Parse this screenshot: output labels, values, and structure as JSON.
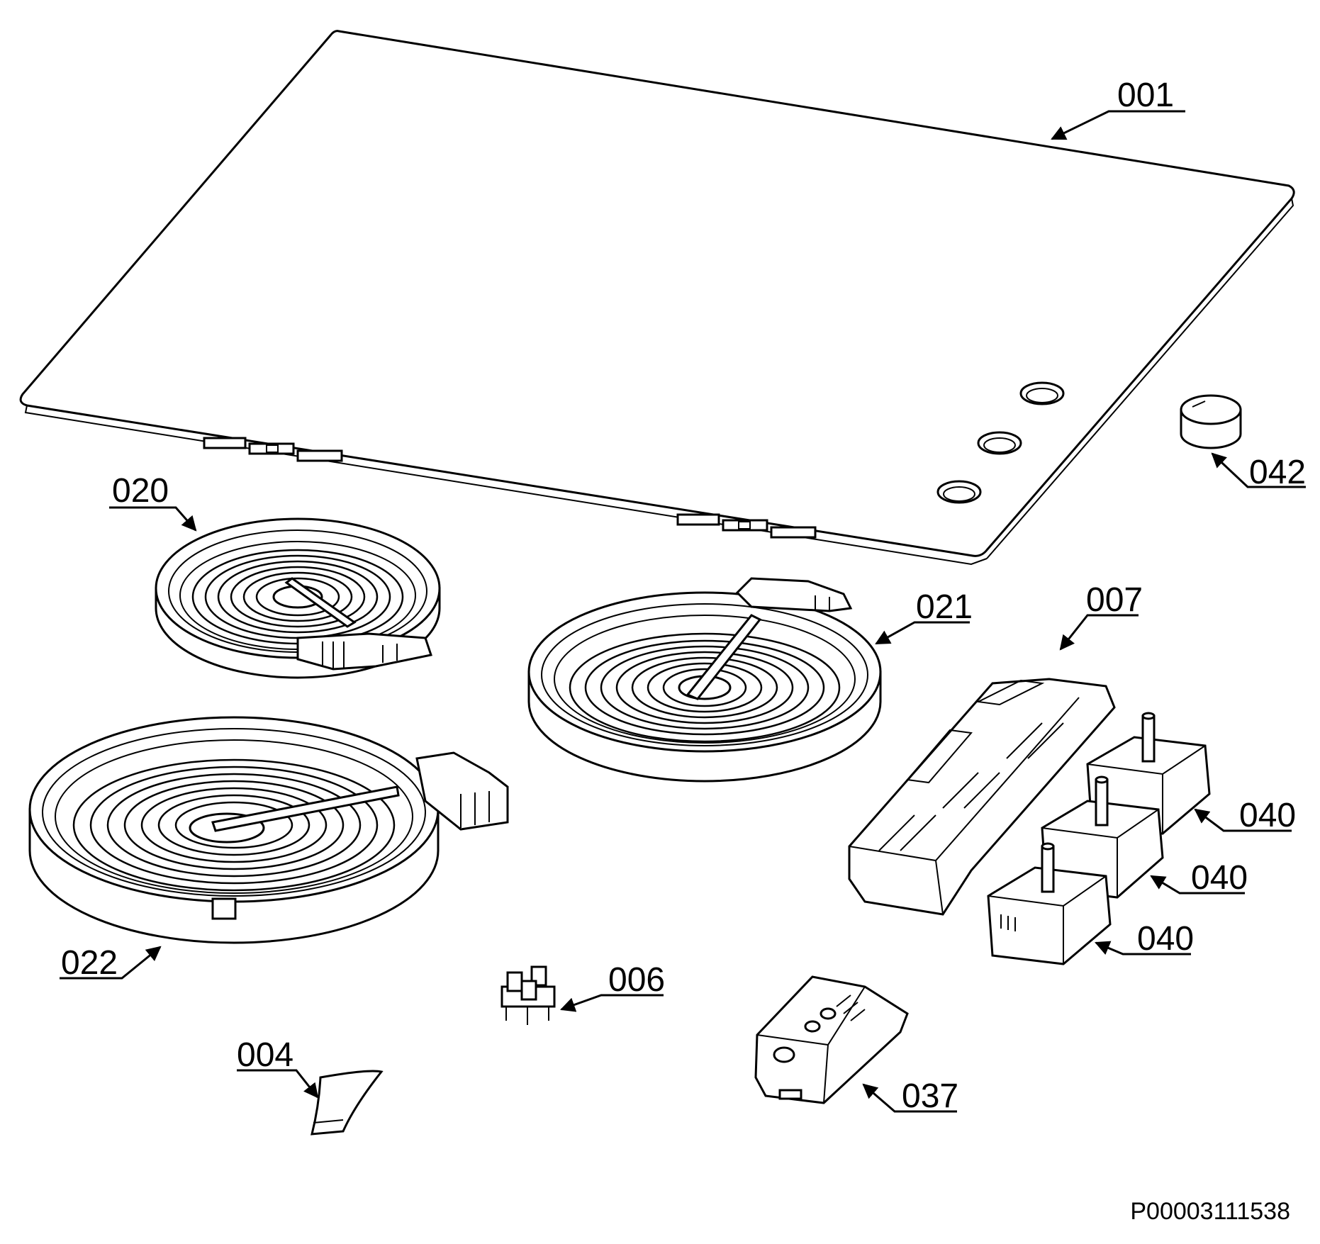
{
  "callouts": {
    "c001": "001",
    "c042": "042",
    "c020": "020",
    "c021": "021",
    "c007": "007",
    "c022": "022",
    "c040a": "040",
    "c040b": "040",
    "c040c": "040",
    "c006": "006",
    "c004": "004",
    "c037": "037"
  },
  "document_id": "P00003111538"
}
